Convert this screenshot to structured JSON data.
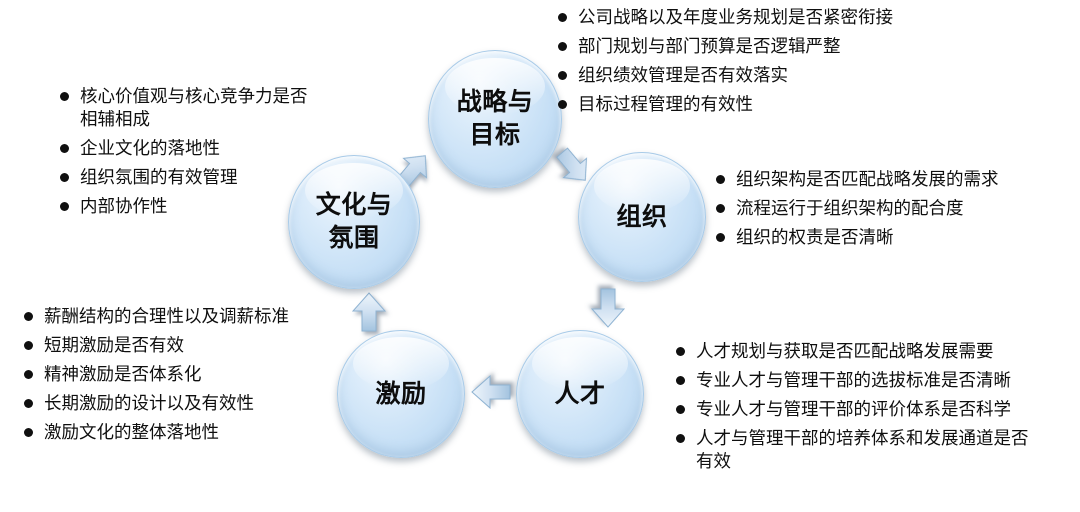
{
  "diagram": {
    "title_present": false,
    "accent_color": "#c7e0f6",
    "node_border_color": "#a9cbe8",
    "text_color": "#0f0f0f",
    "bullet_color": "#101010",
    "nodes": [
      {
        "id": "strategy",
        "label": "战略与\n目标"
      },
      {
        "id": "organization",
        "label": "组织"
      },
      {
        "id": "talent",
        "label": "人才"
      },
      {
        "id": "incentive",
        "label": "激励"
      },
      {
        "id": "culture",
        "label": "文化与\n氛围"
      }
    ],
    "arrows": [
      {
        "id": "culture-to-strategy",
        "from": "culture",
        "to": "strategy",
        "direction": "up-right"
      },
      {
        "id": "strategy-to-organization",
        "from": "strategy",
        "to": "organization",
        "direction": "down-right"
      },
      {
        "id": "organization-to-talent",
        "from": "organization",
        "to": "talent",
        "direction": "down"
      },
      {
        "id": "talent-to-incentive",
        "from": "talent",
        "to": "incentive",
        "direction": "left"
      },
      {
        "id": "incentive-to-culture",
        "from": "incentive",
        "to": "culture",
        "direction": "up"
      }
    ],
    "lists": {
      "strategy": [
        "公司战略以及年度业务规划是否紧密衔接",
        "部门规划与部门预算是否逻辑严整",
        "组织绩效管理是否有效落实",
        "目标过程管理的有效性"
      ],
      "culture": [
        "核心价值观与核心竞争力是否\n相辅相成",
        "企业文化的落地性",
        "组织氛围的有效管理",
        "内部协作性"
      ],
      "organization": [
        "组织架构是否匹配战略发展的需求",
        "流程运行于组织架构的配合度",
        "组织的权责是否清晰"
      ],
      "incentive": [
        "薪酬结构的合理性以及调薪标准",
        "短期激励是否有效",
        "精神激励是否体系化",
        "长期激励的设计以及有效性",
        "激励文化的整体落地性"
      ],
      "talent": [
        "人才规划与获取是否匹配战略发展需要",
        "专业人才与管理干部的选拔标准是否清晰",
        "专业人才与管理干部的评价体系是否科学",
        "人才与管理干部的培养体系和发展通道是否\n有效"
      ]
    }
  }
}
